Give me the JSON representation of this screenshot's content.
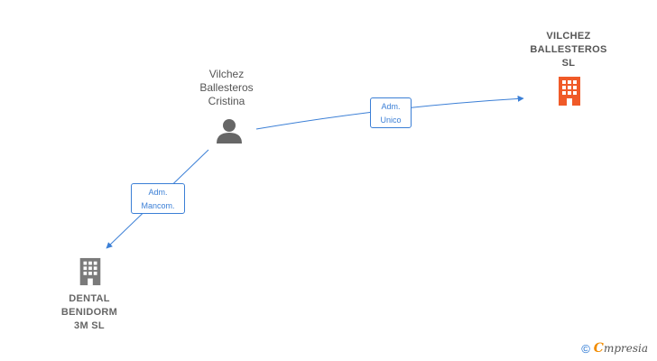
{
  "nodes": {
    "person": {
      "label": "Vilchez\nBallesteros\nCristina",
      "icon": "person-icon"
    },
    "company_main": {
      "label": "VILCHEZ\nBALLESTEROS\nSL",
      "icon": "building-icon",
      "color": "#f05a28"
    },
    "company_secondary": {
      "label": "DENTAL\nBENIDORM\n3M  SL",
      "icon": "building-icon",
      "color": "#7a7a7a"
    }
  },
  "edges": {
    "to_main": {
      "label": "Adm.\nUnico"
    },
    "to_secondary": {
      "label": "Adm.\nMancom."
    }
  },
  "footer": {
    "copyright": "©",
    "brand_initial": "C",
    "brand_rest": "mpresia"
  },
  "colors": {
    "edge": "#3b7fd6",
    "person": "#666666"
  }
}
